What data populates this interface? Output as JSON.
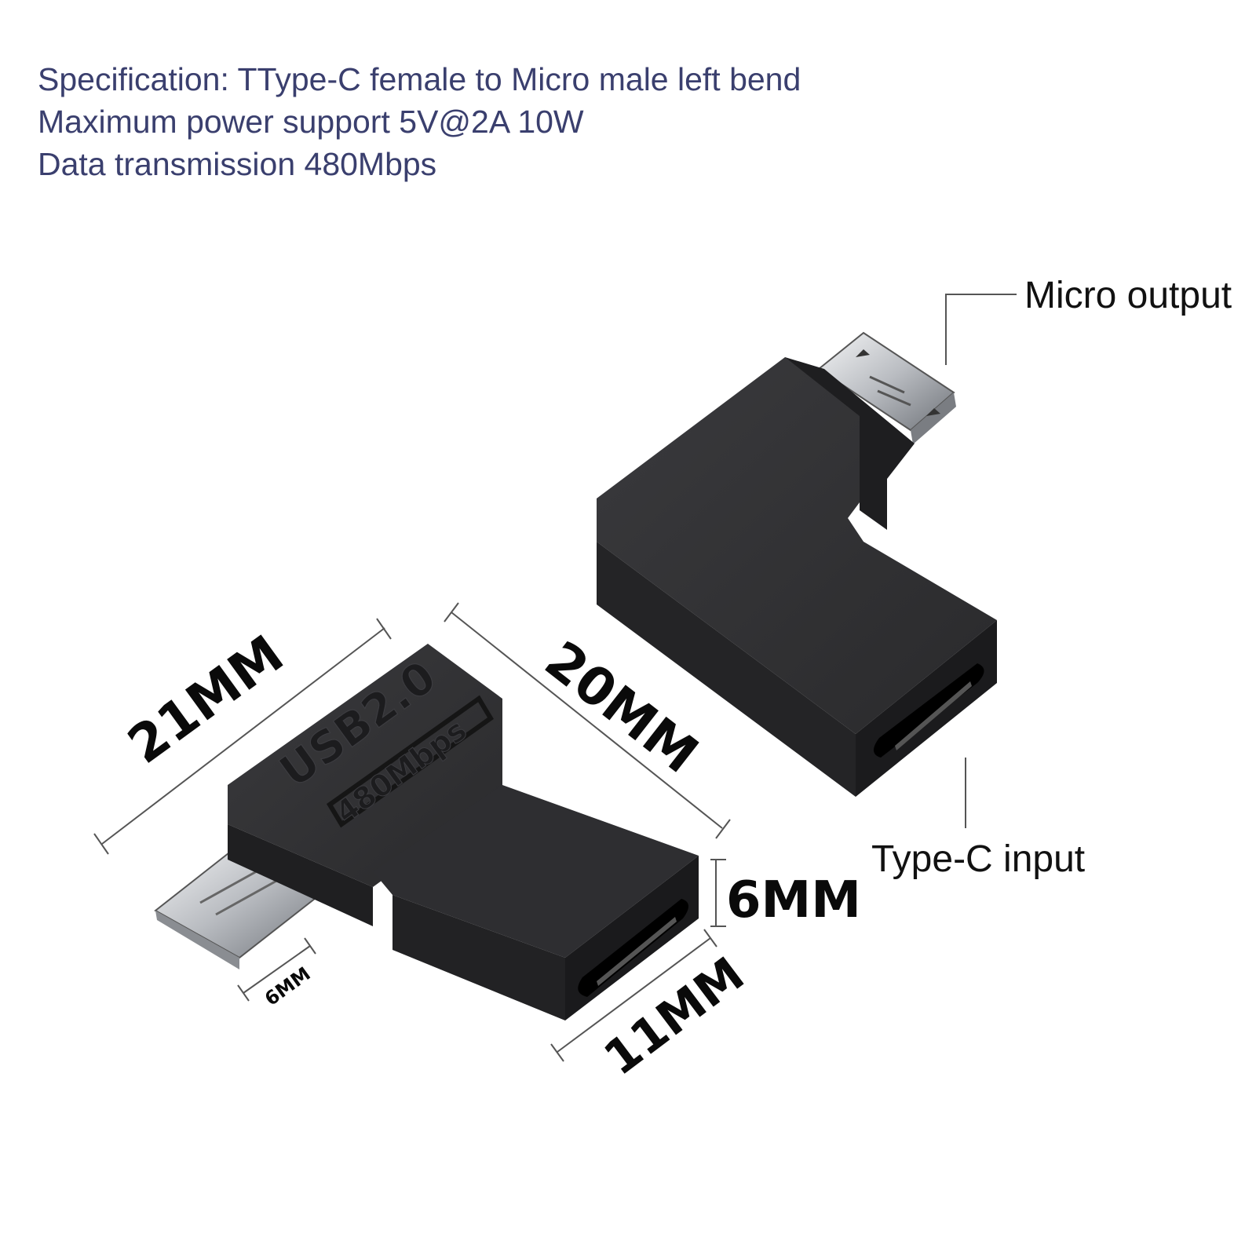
{
  "spec": {
    "line1": "Specification: TType-C female to Micro male left bend",
    "line2": "Maximum power support 5V@2A 10W",
    "line3": "Data transmission 480Mbps"
  },
  "callouts": {
    "micro_output": "Micro output",
    "typec_input": "Type-C input"
  },
  "dimensions": {
    "length_21": "21MM",
    "length_20": "20MM",
    "height_6": "6MM",
    "width_11": "11MM",
    "plug_6": "6MM"
  },
  "embossed": {
    "usb": "USB2.0",
    "speed": "480Mbps"
  },
  "colors": {
    "text_spec": "#3a3f6e",
    "body_dark": "#2b2b2d",
    "metal": "#c9ccd0"
  }
}
